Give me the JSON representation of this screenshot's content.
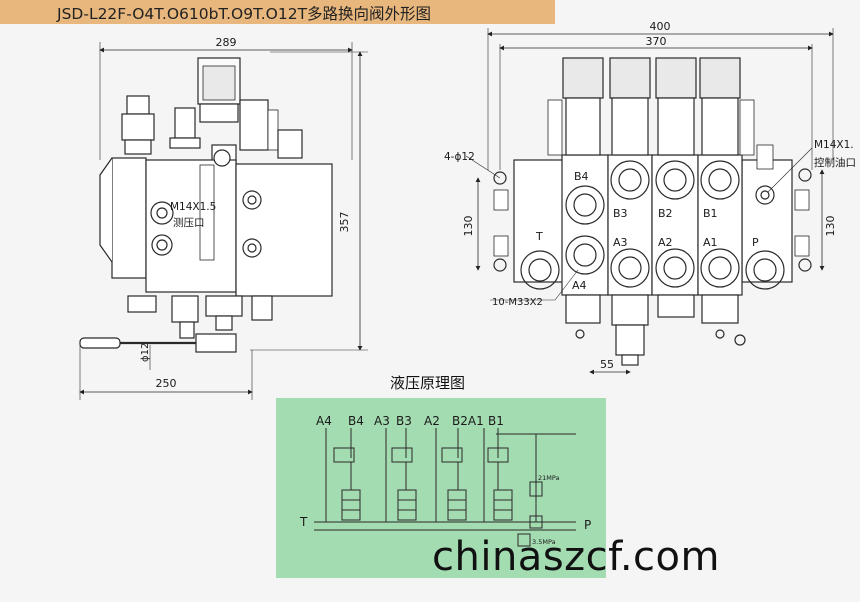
{
  "title": "JSD-L22F-O4T.O610bT.O9T.O12T多路换向阀外形图",
  "schematic_title": "液压原理图",
  "watermark": "chinaszcf.com",
  "side_view": {
    "dim_width": "289",
    "dim_height": "357",
    "dim_base": "250",
    "port_label": "M14X1.5",
    "port_name": "测压口",
    "lever_dia": "ϕ12"
  },
  "front_view": {
    "dim_overall": "400",
    "dim_inner": "370",
    "dim_height_left": "130",
    "dim_height_right": "130",
    "dim_spacing": "55",
    "mount_holes": "4-ϕ12",
    "port_thread": "10-M33X2",
    "control_port_thread": "M14X1.",
    "control_port_name": "控制油口",
    "upper_ports": [
      "B4",
      "B3",
      "B2",
      "B1"
    ],
    "lower_ports": [
      "A4",
      "A3",
      "A2",
      "A1"
    ],
    "tank_port": "T",
    "pressure_port": "P"
  },
  "schematic": {
    "top_labels": [
      "A4",
      "B4",
      "A3",
      "B3",
      "A2",
      "B2A1",
      "B1"
    ],
    "left_label": "T",
    "right_label": "P",
    "relief_1": "21MPa",
    "relief_2": "3.5MPa"
  },
  "colors": {
    "title_band": "#e8b77d",
    "schematic_bg": "#a4dcb2",
    "line": "#2a2a2a"
  }
}
